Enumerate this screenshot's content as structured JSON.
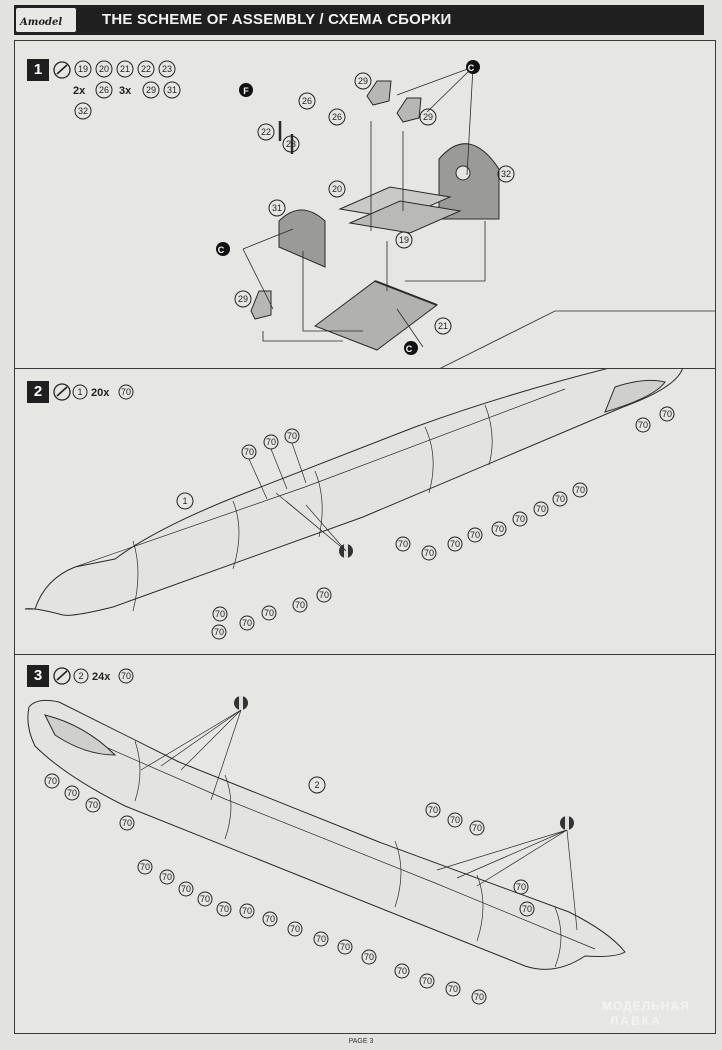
{
  "header": {
    "logo_text": "Amodel",
    "title": "THE SCHEME OF ASSEMBLY / СХЕМА СБОРКИ"
  },
  "steps": [
    {
      "number": "1",
      "parts_line1": [
        "19",
        "20",
        "21",
        "22",
        "23"
      ],
      "qty_a": "2x",
      "part_a": "26",
      "qty_b": "3x",
      "parts_b": [
        "29",
        "31"
      ],
      "parts_line3": [
        "32"
      ],
      "callouts": [
        "29",
        "29",
        "26",
        "26",
        "22",
        "23",
        "20",
        "19",
        "31",
        "32",
        "29",
        "21"
      ],
      "glue_marks": [
        "F",
        "C",
        "C",
        "C"
      ]
    },
    {
      "number": "2",
      "parts": [
        "1"
      ],
      "qty": "20x",
      "qty_part": "70",
      "fuselage_label": "1",
      "callout_value": "70"
    },
    {
      "number": "3",
      "parts": [
        "2"
      ],
      "qty": "24x",
      "qty_part": "70",
      "fuselage_label": "2",
      "callout_value": "70"
    }
  ],
  "footer": {
    "page": "PAGE 3"
  },
  "watermark": {
    "line1": "МОДЕЛЬНАЯ",
    "line2": "ЛАВКА"
  },
  "colors": {
    "header_bg": "#1f1f1f",
    "paper": "#e2e2de",
    "line": "#2a2a2a"
  }
}
